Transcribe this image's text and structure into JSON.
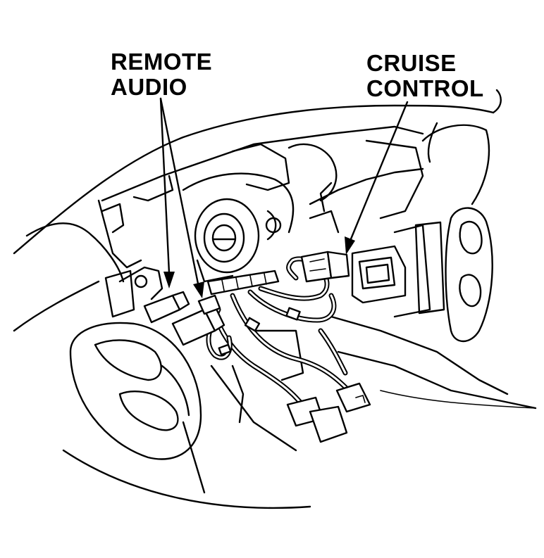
{
  "callouts": {
    "remote_audio": {
      "line1": "REMOTE",
      "line2": "AUDIO"
    },
    "cruise_control": {
      "line1": "CRUISE",
      "line2": "CONTROL"
    }
  },
  "colors": {
    "ink": "#000000",
    "paper": "#ffffff"
  }
}
